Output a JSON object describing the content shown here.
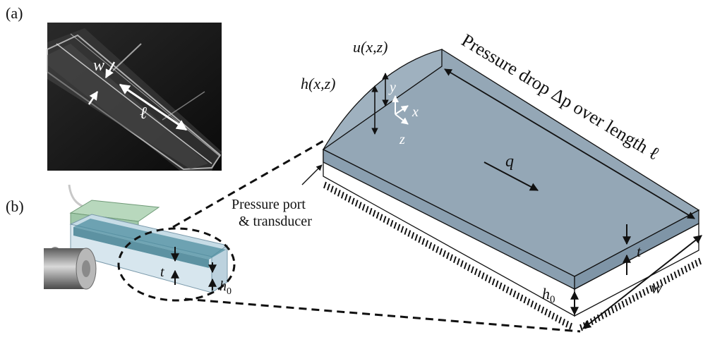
{
  "panels": {
    "a": "(a)",
    "b": "(b)"
  },
  "photo_labels": {
    "w": "w",
    "ell": "ℓ"
  },
  "device_labels": {
    "t": "t",
    "h0_base": "h",
    "h0_sub": "0"
  },
  "diagram": {
    "u_label": "u(x,z)",
    "h_label": "h(x,z)",
    "axis_y": "y",
    "axis_x": "x",
    "axis_z": "z",
    "flow": "q",
    "pressure_drop": "Pressure drop Δp over length ℓ",
    "port_line1": "Pressure port",
    "port_line2": "& transducer",
    "t": "t",
    "w": "w",
    "h0_base": "h",
    "h0_sub": "0"
  },
  "colors": {
    "fluid": "#94a7b6",
    "fluid_dark": "#7e94a6",
    "edge": "#1a1a1a"
  }
}
